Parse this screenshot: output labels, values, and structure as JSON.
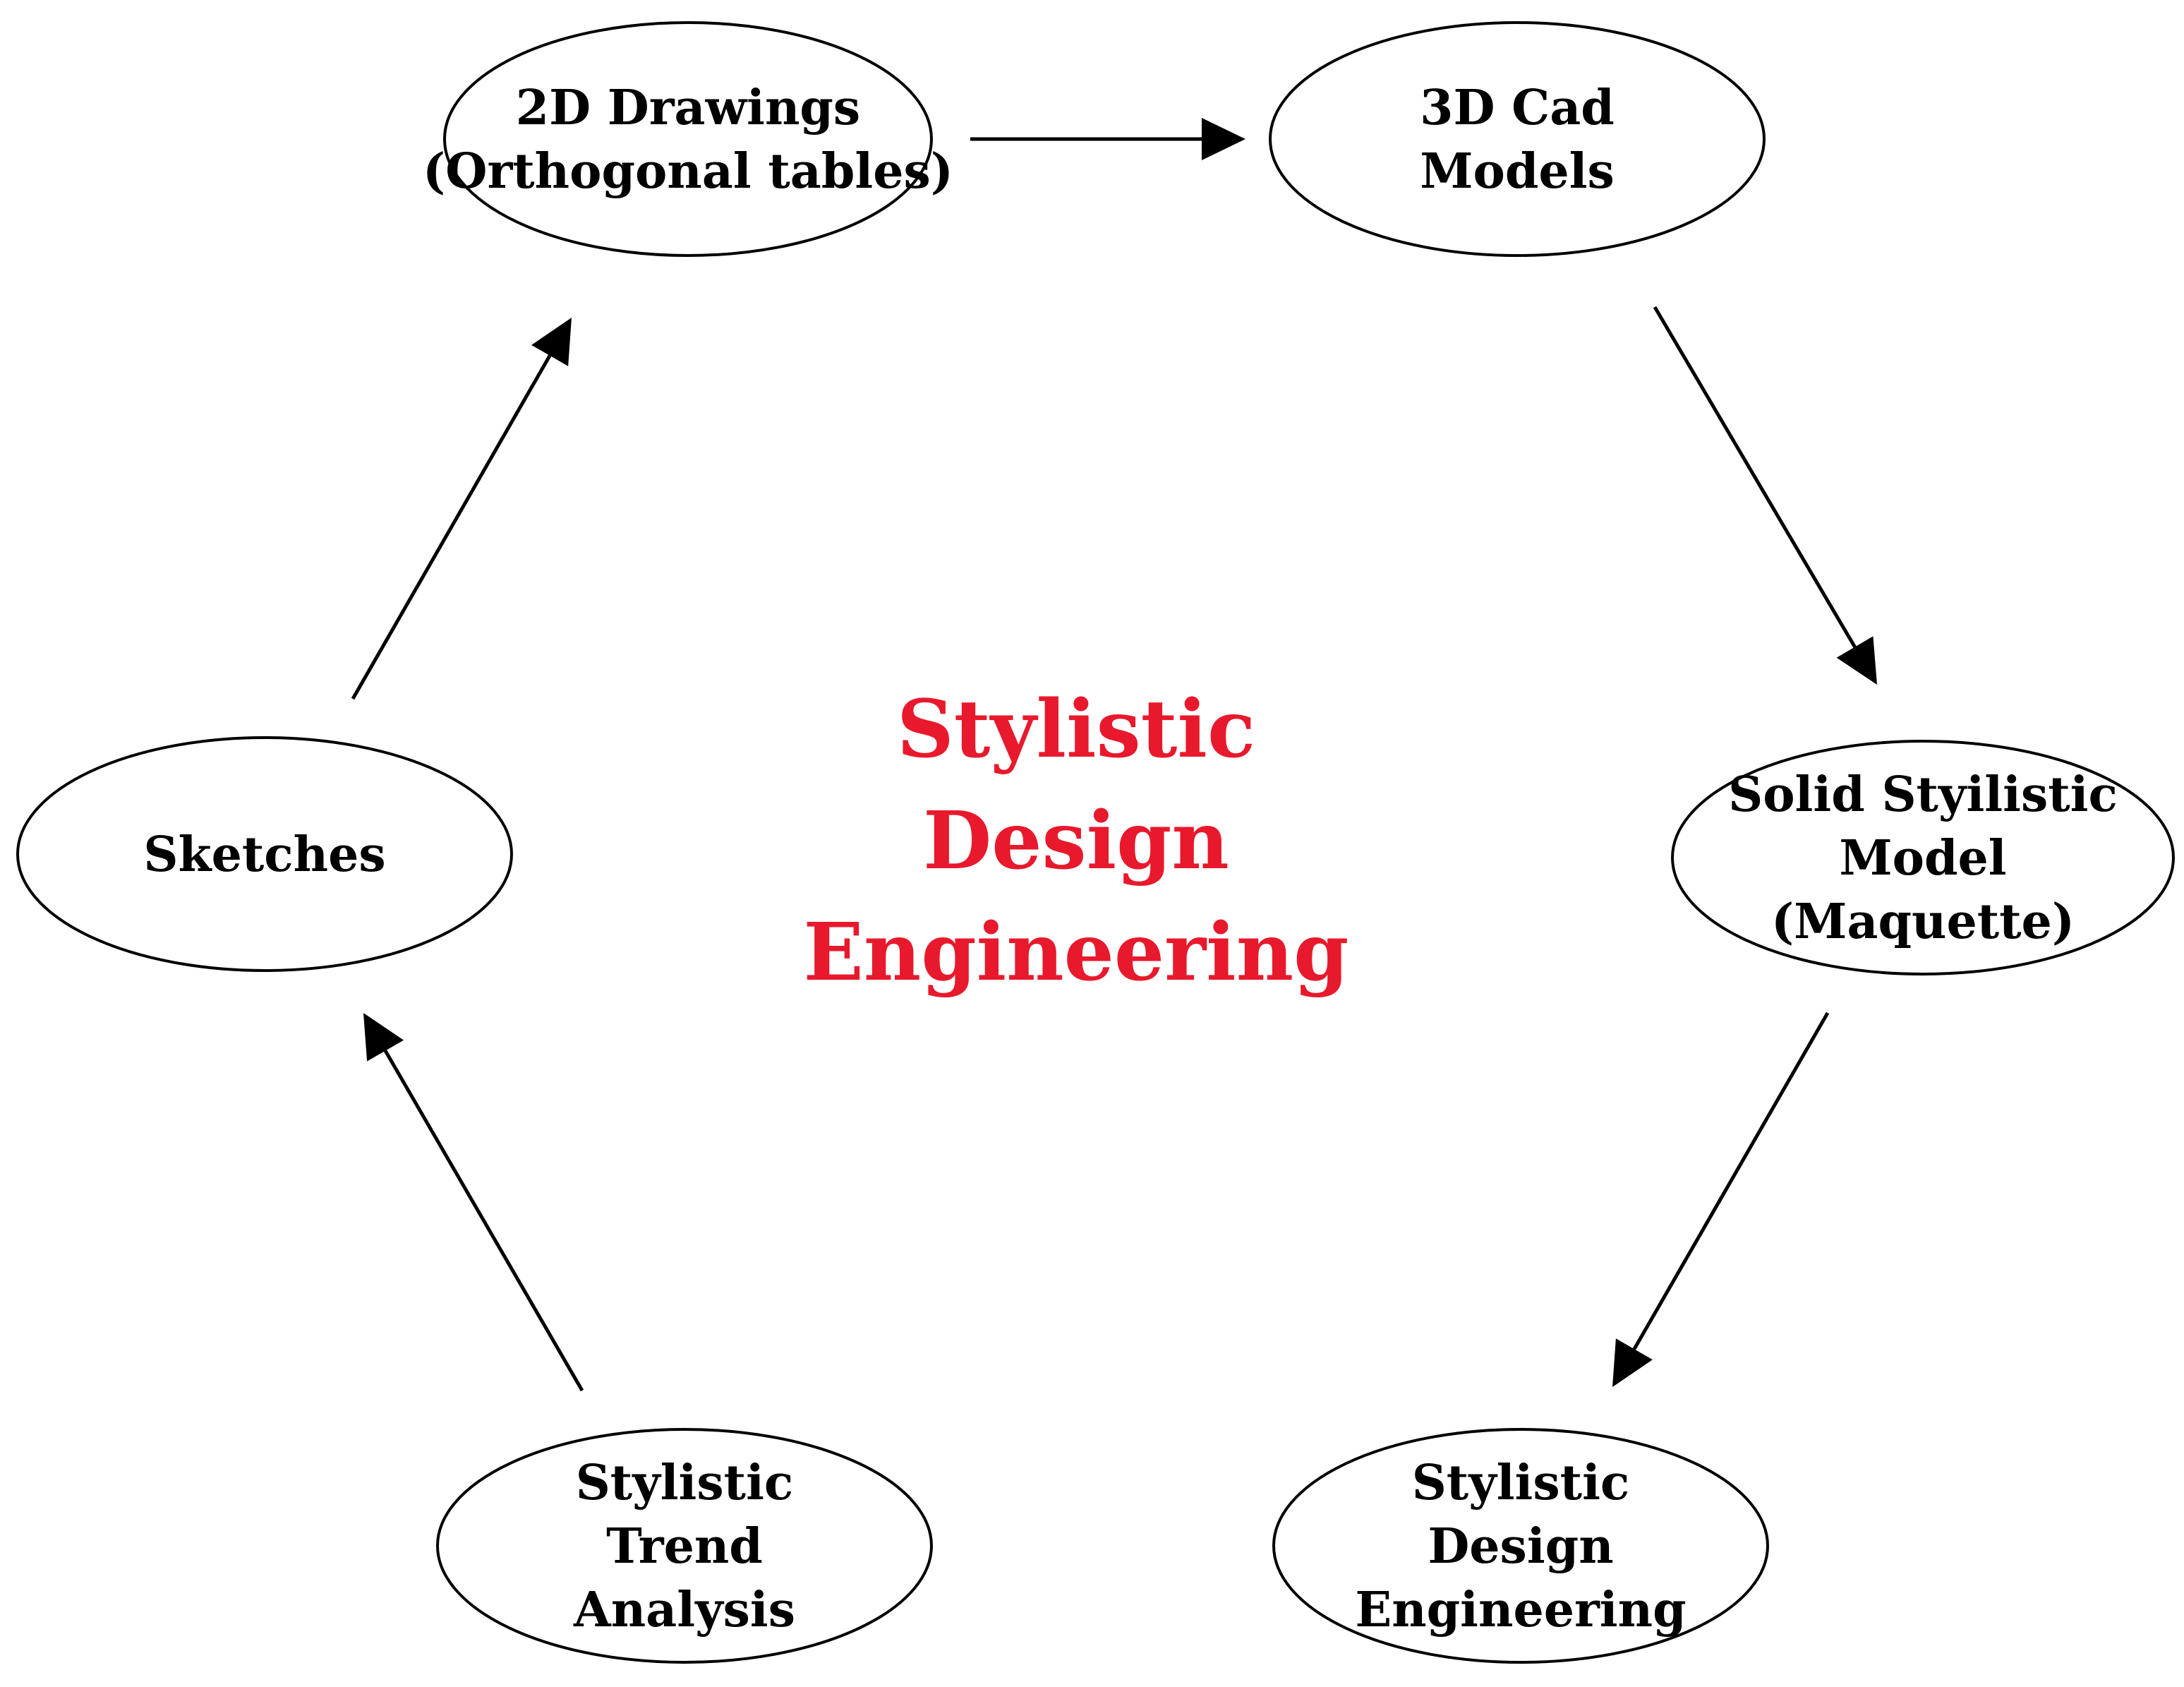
{
  "diagram": {
    "center_title": {
      "lines": [
        "Stylistic",
        "Design",
        "Engineering"
      ],
      "color": "#e8192c"
    },
    "nodes": [
      {
        "id": "drawings2d",
        "lines": [
          "2D Drawings",
          "(Orthogonal tables)"
        ]
      },
      {
        "id": "cad3d",
        "lines": [
          "3D Cad",
          "Models"
        ]
      },
      {
        "id": "solid-model",
        "lines": [
          "Solid Styilistic",
          "Model",
          "(Maquette)"
        ]
      },
      {
        "id": "design-engineering",
        "lines": [
          "Stylistic",
          "Design",
          "Engineering"
        ]
      },
      {
        "id": "trend-analysis",
        "lines": [
          "Stylistic",
          "Trend",
          "Analysis"
        ]
      },
      {
        "id": "sketches",
        "lines": [
          "Sketches"
        ]
      }
    ],
    "edges": [
      {
        "from": "drawings2d",
        "to": "cad3d"
      },
      {
        "from": "cad3d",
        "to": "solid-model"
      },
      {
        "from": "solid-model",
        "to": "design-engineering"
      },
      {
        "from": "design-engineering",
        "to": "trend-analysis"
      },
      {
        "from": "trend-analysis",
        "to": "sketches"
      },
      {
        "from": "sketches",
        "to": "drawings2d"
      }
    ]
  }
}
